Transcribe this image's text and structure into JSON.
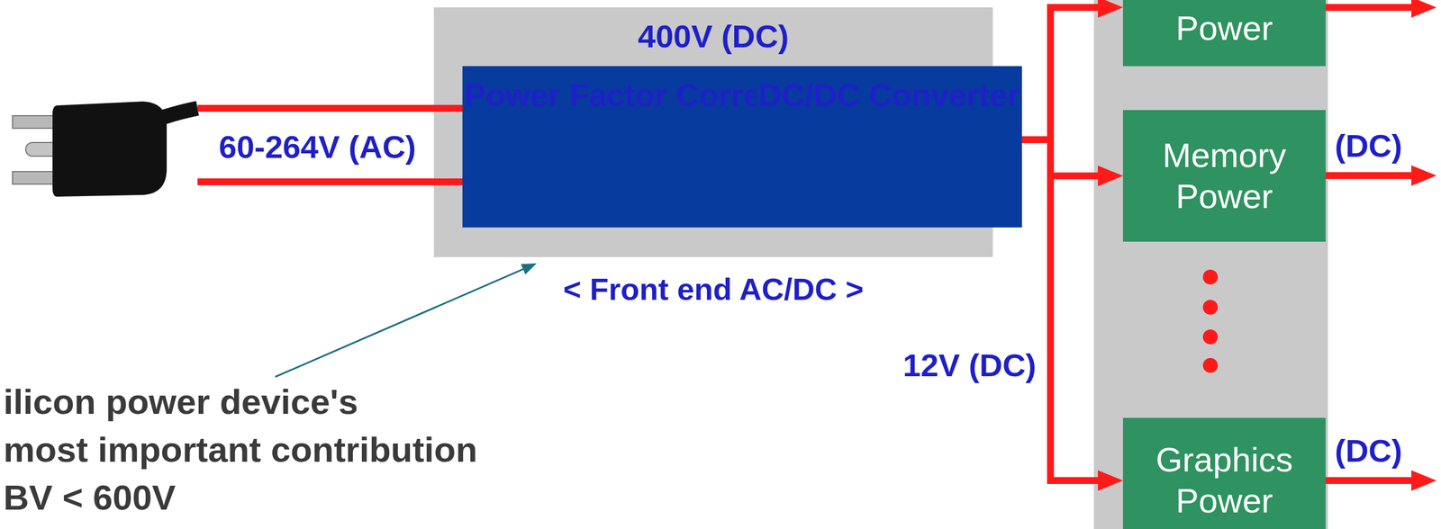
{
  "diagram": {
    "nodes": [
      {
        "text": [
          "400V (DC)",
          "< Front end AC/DC >"
        ]
      },
      {
        "text": [
          "Power Factor Correction"
        ],
        "in": 0
      },
      {
        "text": [
          "DC/DC Converter"
        ],
        "in": 0
      },
      {
        "text": [
          "Power"
        ]
      },
      {
        "text": [
          "Memory Power"
        ]
      },
      {
        "text": [
          "Graphics Power"
        ]
      }
    ],
    "edges": [
      {
        "from": 1,
        "to": 2,
        "arrow": "none"
      },
      {
        "from": 1,
        "to": 2,
        "arrow": "none"
      },
      {
        "from": 2,
        "to": 3,
        "arrow": "to"
      },
      {
        "from": 2,
        "to": 4,
        "arrow": "to"
      },
      {
        "from": 2,
        "to": 5,
        "arrow": "to"
      }
    ],
    "labels": [
      "60-264V (AC)",
      "12V (DC)",
      "(DC)",
      "(DC)",
      "ilicon power device's",
      "most important contribution",
      "BV < 600V"
    ]
  }
}
